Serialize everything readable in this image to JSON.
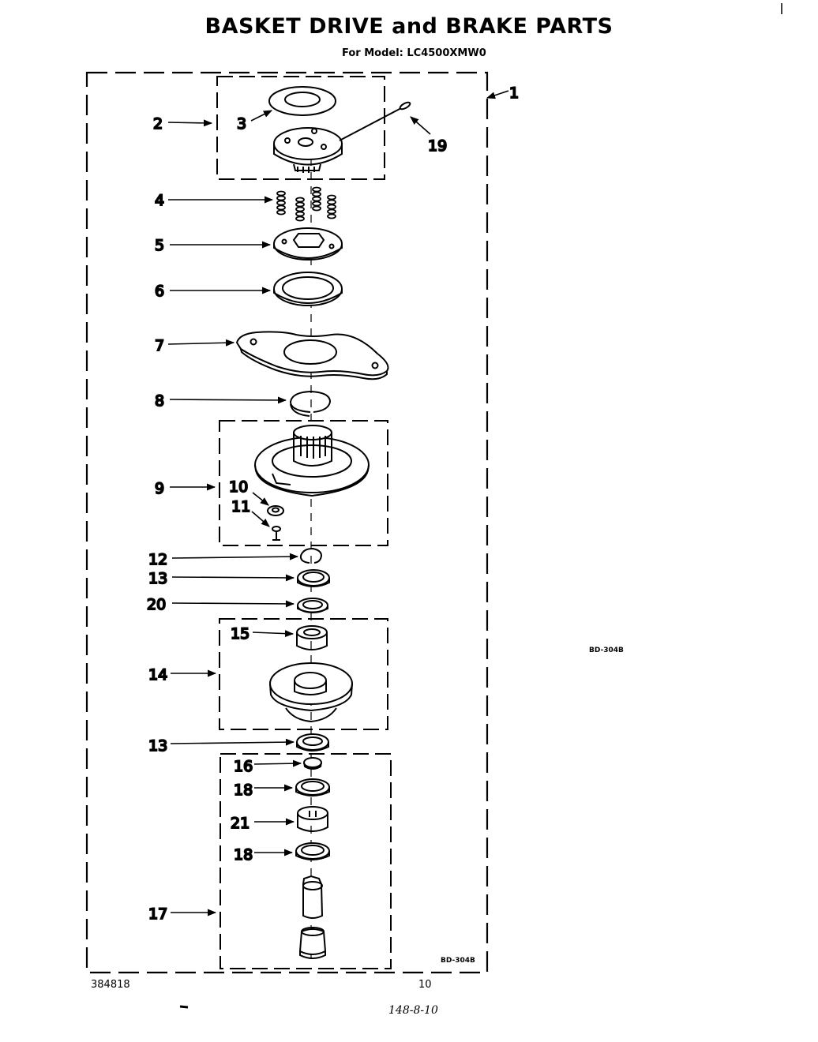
{
  "header": {
    "title": "BASKET DRIVE and BRAKE PARTS",
    "subtitle": "For Model: LC4500XMW0"
  },
  "diagram_codes": {
    "side_code": "BD-304B",
    "box_code": "BD-304B"
  },
  "footer": {
    "left_number": "384818",
    "page_number": "10",
    "handwritten": "148-8-10"
  },
  "callouts": [
    {
      "id": "c1",
      "label": "1"
    },
    {
      "id": "c2",
      "label": "2"
    },
    {
      "id": "c3",
      "label": "3"
    },
    {
      "id": "c19",
      "label": "19"
    },
    {
      "id": "c4",
      "label": "4"
    },
    {
      "id": "c5",
      "label": "5"
    },
    {
      "id": "c6",
      "label": "6"
    },
    {
      "id": "c7",
      "label": "7"
    },
    {
      "id": "c8",
      "label": "8"
    },
    {
      "id": "c9",
      "label": "9"
    },
    {
      "id": "c10",
      "label": "10"
    },
    {
      "id": "c11",
      "label": "11"
    },
    {
      "id": "c12",
      "label": "12"
    },
    {
      "id": "c13a",
      "label": "13"
    },
    {
      "id": "c20",
      "label": "20"
    },
    {
      "id": "c15",
      "label": "15"
    },
    {
      "id": "c14",
      "label": "14"
    },
    {
      "id": "c13b",
      "label": "13"
    },
    {
      "id": "c16",
      "label": "16"
    },
    {
      "id": "c18a",
      "label": "18"
    },
    {
      "id": "c21",
      "label": "21"
    },
    {
      "id": "c18b",
      "label": "18"
    },
    {
      "id": "c17",
      "label": "17"
    }
  ]
}
